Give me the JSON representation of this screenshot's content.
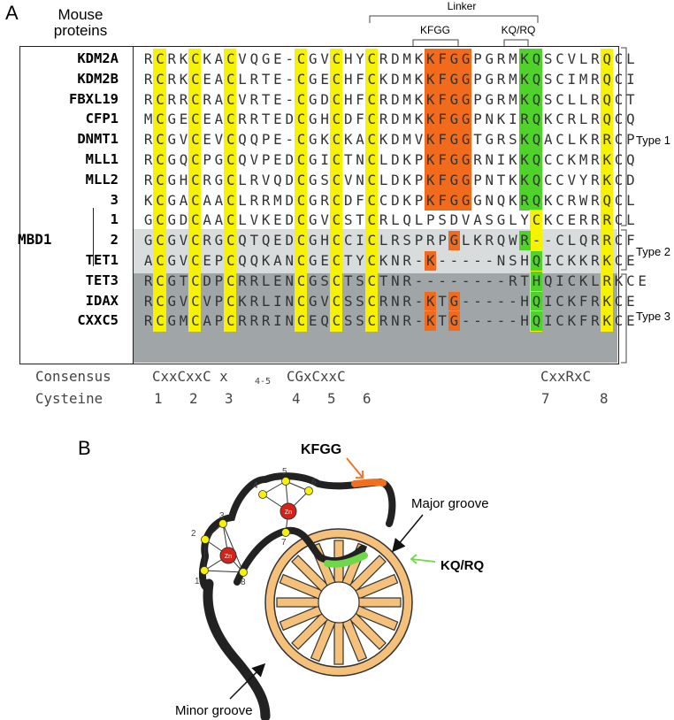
{
  "panel_a": {
    "letter": "A",
    "header": [
      "Mouse",
      "proteins"
    ],
    "linker_label": "Linker",
    "kfgg_label": "KFGG",
    "kqrq_label": "KQ/RQ",
    "rows": [
      {
        "name": "KDM2A",
        "seq": "RCRKCKACVQGE-CGVCHYCRDMKKFGGPGRMKQSCVLRQCL",
        "group": 1
      },
      {
        "name": "KDM2B",
        "seq": "RCRKCEACLRTE-CGECHFCKDMKKFGGPGRMKQSCIMRQCI",
        "group": 1
      },
      {
        "name": "FBXL19",
        "seq": "RCRRCRACVRTE-CGDCHFCRDMKKFGGPGRMKQSCLLRQCT",
        "group": 1
      },
      {
        "name": "CFP1",
        "seq": "MCGECEACRRTEDCGHCDFCRDMKKFGGPNKIRQKCRLRQCQ",
        "group": 1
      },
      {
        "name": "DNMT1",
        "seq": "RCGVCEVCQQPE-CGKCKACKDMVKFGGTGRSKQACLKRRCP",
        "group": 1
      },
      {
        "name": "MLL1",
        "seq": "RCGQCPGCQVPEDCGICTNCLDKPKFGGRNIKKQCCKMRKCQ",
        "group": 1
      },
      {
        "name": "MLL2",
        "seq": "RCGHCRGCLRVQDCGSCVNCLDKPKFGGPNTKKQCCVYRKCD",
        "group": 1
      },
      {
        "name": "3",
        "seq": "KCGACAACLRRMDCGRCDFCCDKPKFGGGNQKRQKCRWRQCL",
        "group": 1
      },
      {
        "name": "1",
        "seq": "GCGDCAACLVKEDCGVCSTCRLQLPSDVASGLYCKCERRRCL",
        "group": 2
      },
      {
        "name": "2",
        "seq": "GCGVCRGCQTQEDCGHCCICLRSPRPGLKRQWR--CLQRRCF",
        "group": 2
      },
      {
        "name": "TET1",
        "seq": "ACGVCEPCQQKANCGECTYCKNR-K-----NSHQICKKRKCE",
        "group": 3
      },
      {
        "name": "TET3",
        "seq": "RCGTCDPCRRLENCGSCTSCTNR--------RTHQICKLRKCE",
        "group": 3
      },
      {
        "name": "IDAX",
        "seq": "RCGVCVPCKRLINCGVCSSCRNR-KTG-----HQICKFRKCE",
        "group": 3
      },
      {
        "name": "CXXC5",
        "seq": "RCGMCAPCRRRINCEQCSSCRNR-KTG-----HQICKFRKCE",
        "group": 3
      }
    ],
    "mbd1_label": "MBD1",
    "type_labels": [
      "Type 1",
      "Type 2",
      "Type 3"
    ],
    "consensus_label": "Consensus",
    "consensus_seq": "CxxCxxC x",
    "consensus_sub": "4-5",
    "consensus_seq2": "CGxCxxC",
    "consensus_seq3": "CxxRxC",
    "cysteine_label": "Cysteine",
    "cysteine_numbers": [
      "1",
      "2",
      "3",
      "4",
      "5",
      "6",
      "7",
      "8"
    ]
  },
  "panel_b": {
    "letter": "B",
    "kfgg": "KFGG",
    "kqrq": "KQ/RQ",
    "major_groove": "Major groove",
    "minor_groove": "Minor groove",
    "zn": "Zn",
    "cys_numbers": [
      "1",
      "2",
      "3",
      "4",
      "5",
      "6",
      "7",
      "8"
    ]
  },
  "colors": {
    "yellow": "#f7f200",
    "orange": "#f26a1b",
    "green": "#4fd32a",
    "type2_bg": "#d9dcdc",
    "type3_bg": "#a0a6a8",
    "dna": "#f5c07a"
  }
}
